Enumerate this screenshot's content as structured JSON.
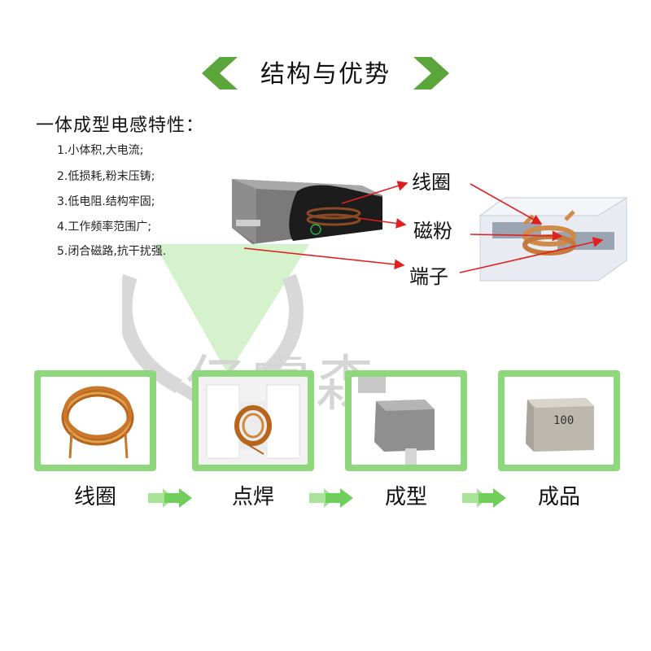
{
  "header": {
    "title": "结构与优势",
    "accent_color": "#5aa63a"
  },
  "features": {
    "title": "一体成型电感特性：",
    "items": [
      "1.小体积,大电流;",
      "2.低损耗,粉末压铸;",
      "3.低电阻.结构牢固;",
      "4.工作频率范围广;",
      "5.闭合磁路,抗干扰强."
    ]
  },
  "diagram": {
    "labels": {
      "coil": "线圈",
      "magnetic_powder": "磁粉",
      "terminal": "端子"
    },
    "arrow_color": "#e02020"
  },
  "watermark": {
    "text": "亿睿森"
  },
  "process": {
    "steps": [
      {
        "label": "线圈",
        "icon": "copper-coil"
      },
      {
        "label": "点焊",
        "icon": "spot-welded-coil"
      },
      {
        "label": "成型",
        "icon": "molded-component"
      },
      {
        "label": "成品",
        "icon": "finished-inductor"
      }
    ],
    "product_marking": "100",
    "frame_color": "#8ed77c",
    "arrow_color": "#6fcf5a"
  }
}
